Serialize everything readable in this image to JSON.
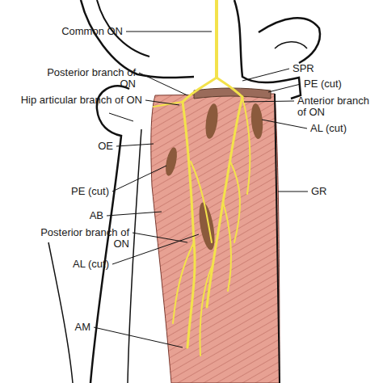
{
  "diagram": {
    "labels": [
      "Common ON",
      "Posterior branch of ON",
      "Hip articular branch of ON",
      "OE",
      "PE (cut)",
      "AB",
      "Posterior branch of ON",
      "AL (cut)",
      "AM",
      "SPR",
      "PE (cut)",
      "Anterior branch of ON",
      "AL (cut)",
      "GR"
    ]
  }
}
